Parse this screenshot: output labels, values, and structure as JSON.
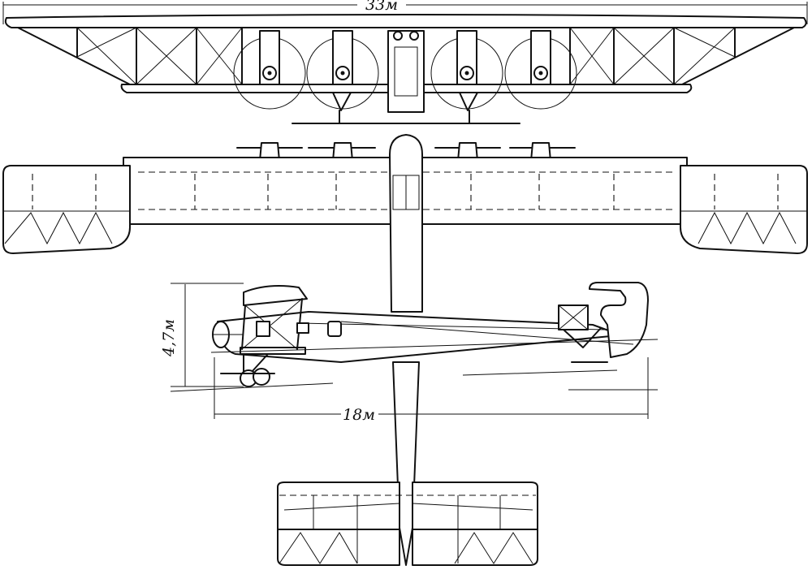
{
  "dimensions": {
    "wingspan": "33м",
    "length": "18м",
    "height": "4,7м"
  }
}
